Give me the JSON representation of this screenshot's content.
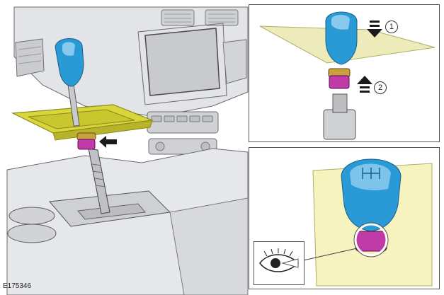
{
  "figure": {
    "id_label": "E175346"
  },
  "callouts": [
    {
      "number": "1",
      "meaning": "",
      "direction": "down"
    },
    {
      "number": "2",
      "meaning": "",
      "direction": "up"
    }
  ],
  "colors": {
    "knob": "#2a9ad6",
    "knob_highlight": "#9fd6f2",
    "bezel": "#d8d63c",
    "bezel_edge": "#8a8a1a",
    "retaining_collar": "#c03aa8",
    "collar_gold": "#c8a040",
    "interior_gray": "#d9dadd",
    "line_dark": "#3a3a3a",
    "detail_background": "#f6f3bf",
    "arrow_fill": "#1a1a1a"
  },
  "icons": {
    "eye": "eye-view-icon",
    "arrow": "black-direction-arrow"
  }
}
